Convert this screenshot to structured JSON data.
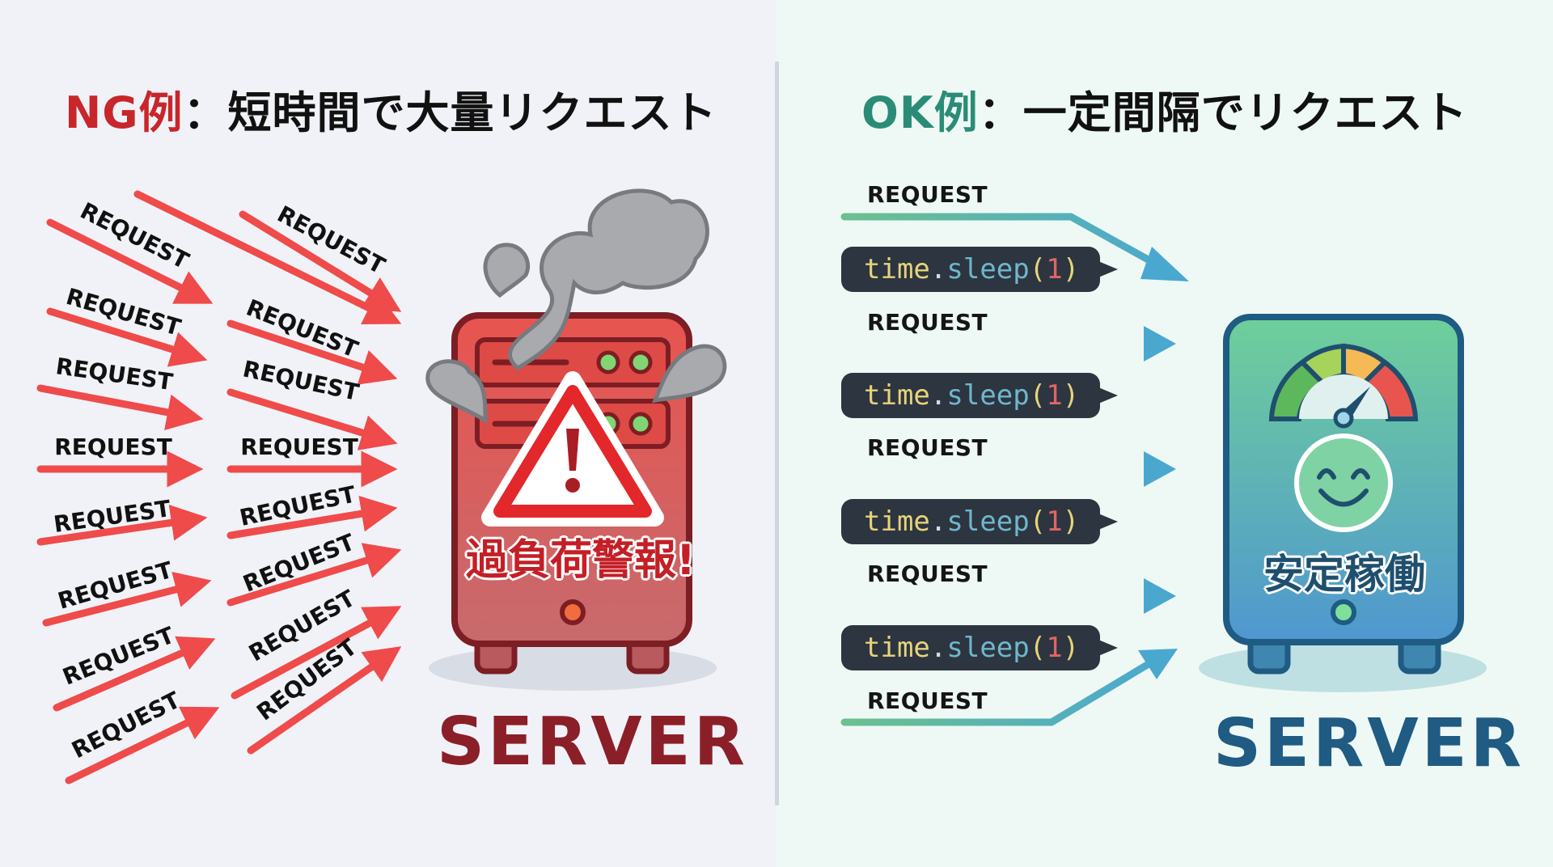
{
  "ng": {
    "tag": "NG例",
    "title_rest": "：短時間で大量リクエスト",
    "request_label": "REQUEST",
    "request_count": 16,
    "server_label": "SERVER",
    "alert_text": "過負荷警報!",
    "icons": [
      "warning-triangle-icon",
      "smoke-icon",
      "server-icon"
    ],
    "colors": {
      "accent": "#c8262b",
      "arrow": "#ef4b4b",
      "server": "#d9534f",
      "server_dark": "#8b1f28"
    }
  },
  "ok": {
    "tag": "OK例",
    "title_rest": "：一定間隔でリクエスト",
    "requests": [
      "REQUEST",
      "REQUEST",
      "REQUEST",
      "REQUEST",
      "REQUEST"
    ],
    "sleep": {
      "module": "time",
      "dot": ".",
      "fn": "sleep",
      "open": "(",
      "arg": "1",
      "close": ")"
    },
    "sleep_count": 4,
    "server_label": "SERVER",
    "status_text": "安定稼働",
    "icons": [
      "gauge-icon",
      "smiley-icon",
      "server-icon"
    ],
    "colors": {
      "accent": "#2a8c76",
      "arrow": "#4aa8cf",
      "server": "#4f9fc4",
      "server_dark": "#1f5b82"
    }
  }
}
